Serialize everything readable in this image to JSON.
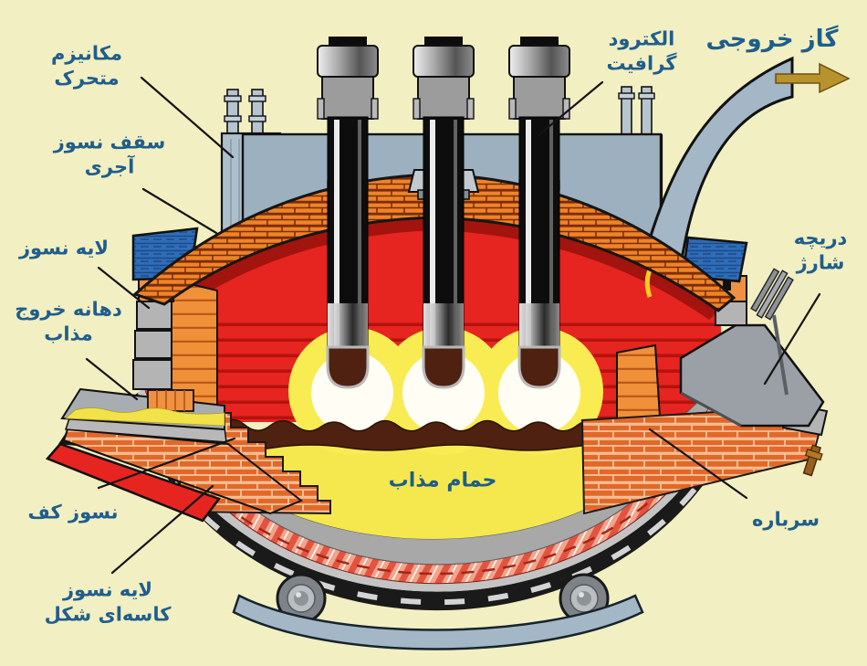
{
  "diagram_title": "electric-arc-furnace-cross-section",
  "labels": {
    "mechanism": {
      "line1": "مکانیزم",
      "line2": "متحرک"
    },
    "roof_refractory": {
      "line1": "سقف نسوز",
      "line2": "آجری"
    },
    "refractory_layer": {
      "line1": "لایه نسوز"
    },
    "tap_hole": {
      "line1": "دهانه خروج",
      "line2": "مذاب"
    },
    "floor_refractory": {
      "line1": "نسوز کف"
    },
    "bowl_refractory": {
      "line1": "لایه نسوز",
      "line2": "کاسه‌ای شکل"
    },
    "graphite_electrode": {
      "line1": "الکترود",
      "line2": "گرافیت"
    },
    "exit_gas": {
      "line1": "گاز خروجی"
    },
    "charge_door": {
      "line1": "دریچه",
      "line2": "شارژ"
    },
    "slag": {
      "line1": "سرباره"
    },
    "melt_bath": {
      "line1": "حمام مذاب"
    }
  },
  "colors": {
    "background": "#f2efc2",
    "label_text": "#1f5e8c",
    "interior_red": "#e62420",
    "brick_orange": "#ee8426",
    "wall_brick": "#e2682a",
    "melt_yellow": "#f5e84e",
    "slag_brown": "#4f2110",
    "structure_blue_gray": "#a3b7c6",
    "water_cooled_blue": "#2f6db8",
    "refractory_gray": "#b0b0b0",
    "shell_black": "#1a1a1a",
    "gas_arrow_gold": "#b8922c"
  }
}
